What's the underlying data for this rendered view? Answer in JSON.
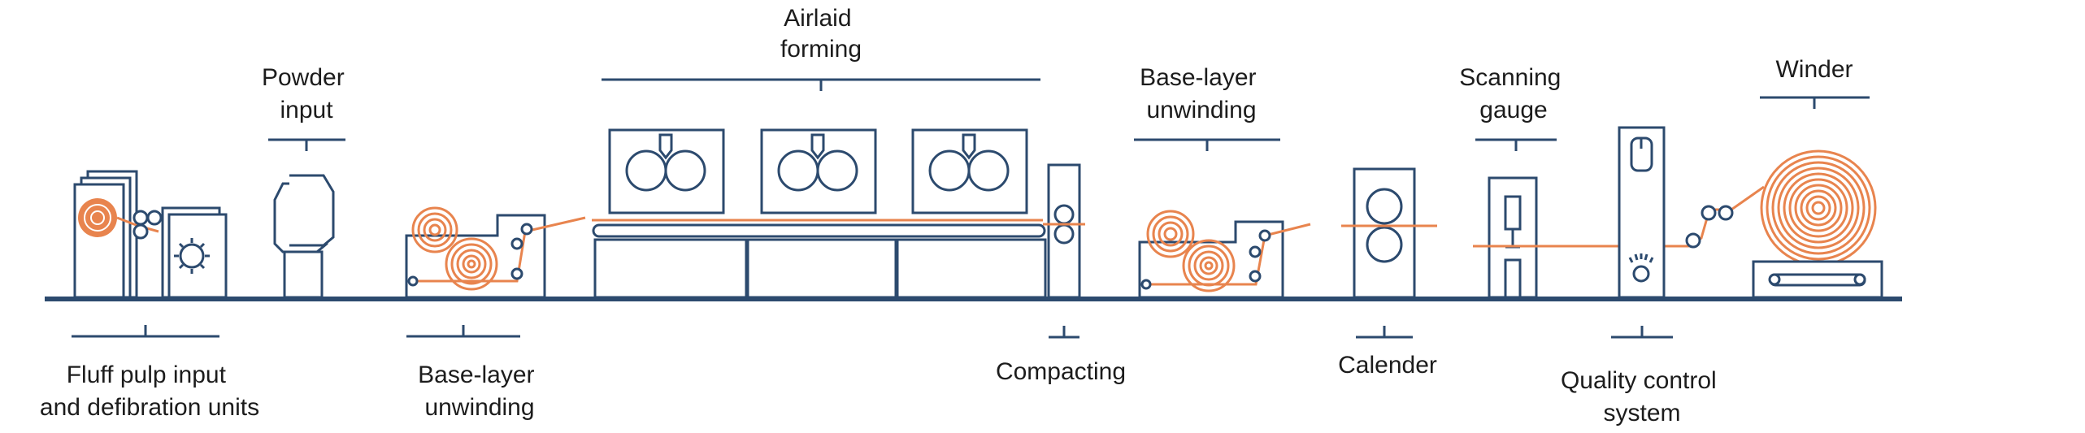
{
  "diagram": {
    "labels": {
      "airlaid_forming": [
        "Airlaid",
        "forming"
      ],
      "powder_input": [
        "Powder",
        "input"
      ],
      "base_layer_unwinding_top": [
        "Base-layer",
        "unwinding"
      ],
      "scanning_gauge": [
        "Scanning",
        "gauge"
      ],
      "winder": [
        "Winder"
      ],
      "fluff_pulp": [
        "Fluff pulp input",
        "and defibration units"
      ],
      "base_layer_unwinding_bottom": [
        "Base-layer",
        "unwinding"
      ],
      "compacting": [
        "Compacting"
      ],
      "calender": [
        "Calender"
      ],
      "quality_control": [
        "Quality control",
        "system"
      ]
    },
    "colors": {
      "machine_line": "#2c4a6e",
      "material_web": "#e8844e",
      "text": "#1c1c1c",
      "background": "#ffffff"
    }
  }
}
